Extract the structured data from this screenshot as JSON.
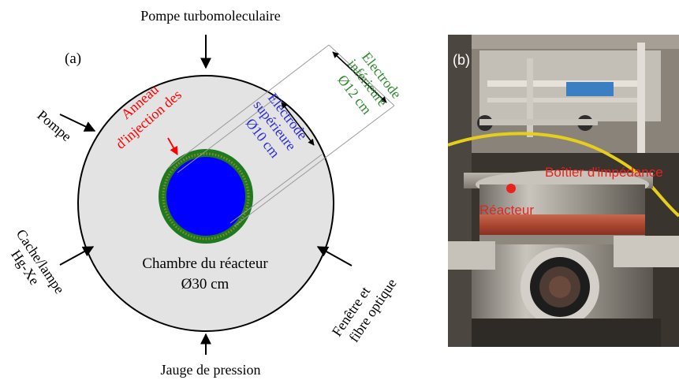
{
  "panel_a": {
    "label": "(a)",
    "top_label": "Pompe turbomoleculaire",
    "bottom_label": "Jauge de pression",
    "left_upper_label": "Pompe",
    "left_lower_label": [
      "Cache/lampe",
      "Hg-Xe"
    ],
    "right_lower_label": [
      "Fenêtre et",
      "fibre optique"
    ],
    "chamber_label": [
      "Chambre du réacteur",
      "Ø30 cm"
    ],
    "ring_label": [
      "Anneau",
      "d'injection des"
    ],
    "upper_electrode_label": [
      "Electrode",
      "supérieure",
      "Ø10 cm"
    ],
    "lower_electrode_label": [
      "Electrode",
      "inférieure",
      "Ø12 cm"
    ],
    "colors": {
      "chamber_fill": "#e3e3e3",
      "outer_electrode": "#1e7a1e",
      "inner_electrode": "#0000ff",
      "injection_ring": "#8a8a2e",
      "ring_text": "#ff0000",
      "upper_text": "#2b2bd9",
      "lower_text": "#2e8b2e"
    }
  },
  "panel_b": {
    "label": "(b)",
    "impedance_label": "Boîtier d'impédance",
    "reactor_label": "Réacteur",
    "label_color": "#e8231d"
  }
}
